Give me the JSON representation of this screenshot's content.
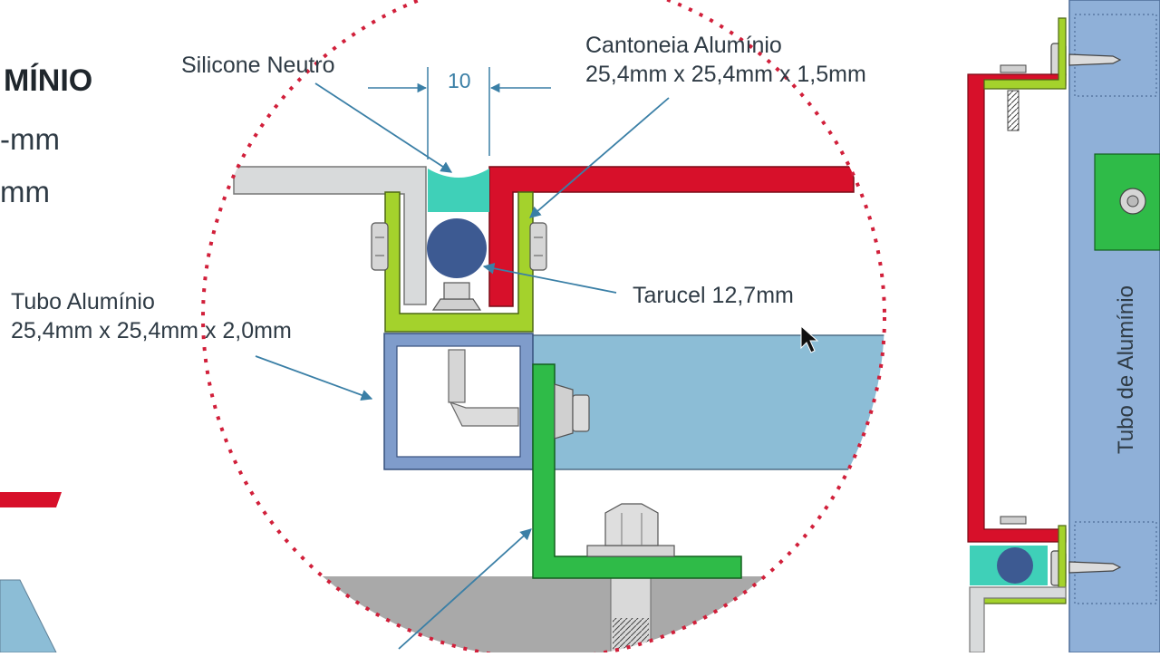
{
  "labels": {
    "left_title": "MÍNIO",
    "left_line1": "-mm",
    "left_line2": "mm",
    "silicone": "Silicone Neutro",
    "dimension": "10",
    "cantoneira_line1": "Cantoneia Alumínio",
    "cantoneira_line2": "25,4mm  x 25,4mm x 1,5mm",
    "tubo_line1": "Tubo Alumínio",
    "tubo_line2": "25,4mm  x 25,4mm x 2,0mm",
    "tarucel": "Tarucel 12,7mm",
    "tubo_vertical": "Tubo de Alumínio"
  },
  "colors": {
    "glass_red": "#d7102a",
    "angle_lime": "#a4d22c",
    "angle_green": "#2fbb48",
    "silicone_teal": "#3fd0b8",
    "tube_blue": "#7f9ccb",
    "panel_blue": "#8cbdd6",
    "tarucel_navy": "#3d5a92",
    "leader_blue": "#3a7fa6",
    "circle_red": "#d11f3a",
    "side_tube": "#8fb0d8",
    "side_box": "#2fbb48",
    "floor_gray": "#a9a9a9"
  }
}
